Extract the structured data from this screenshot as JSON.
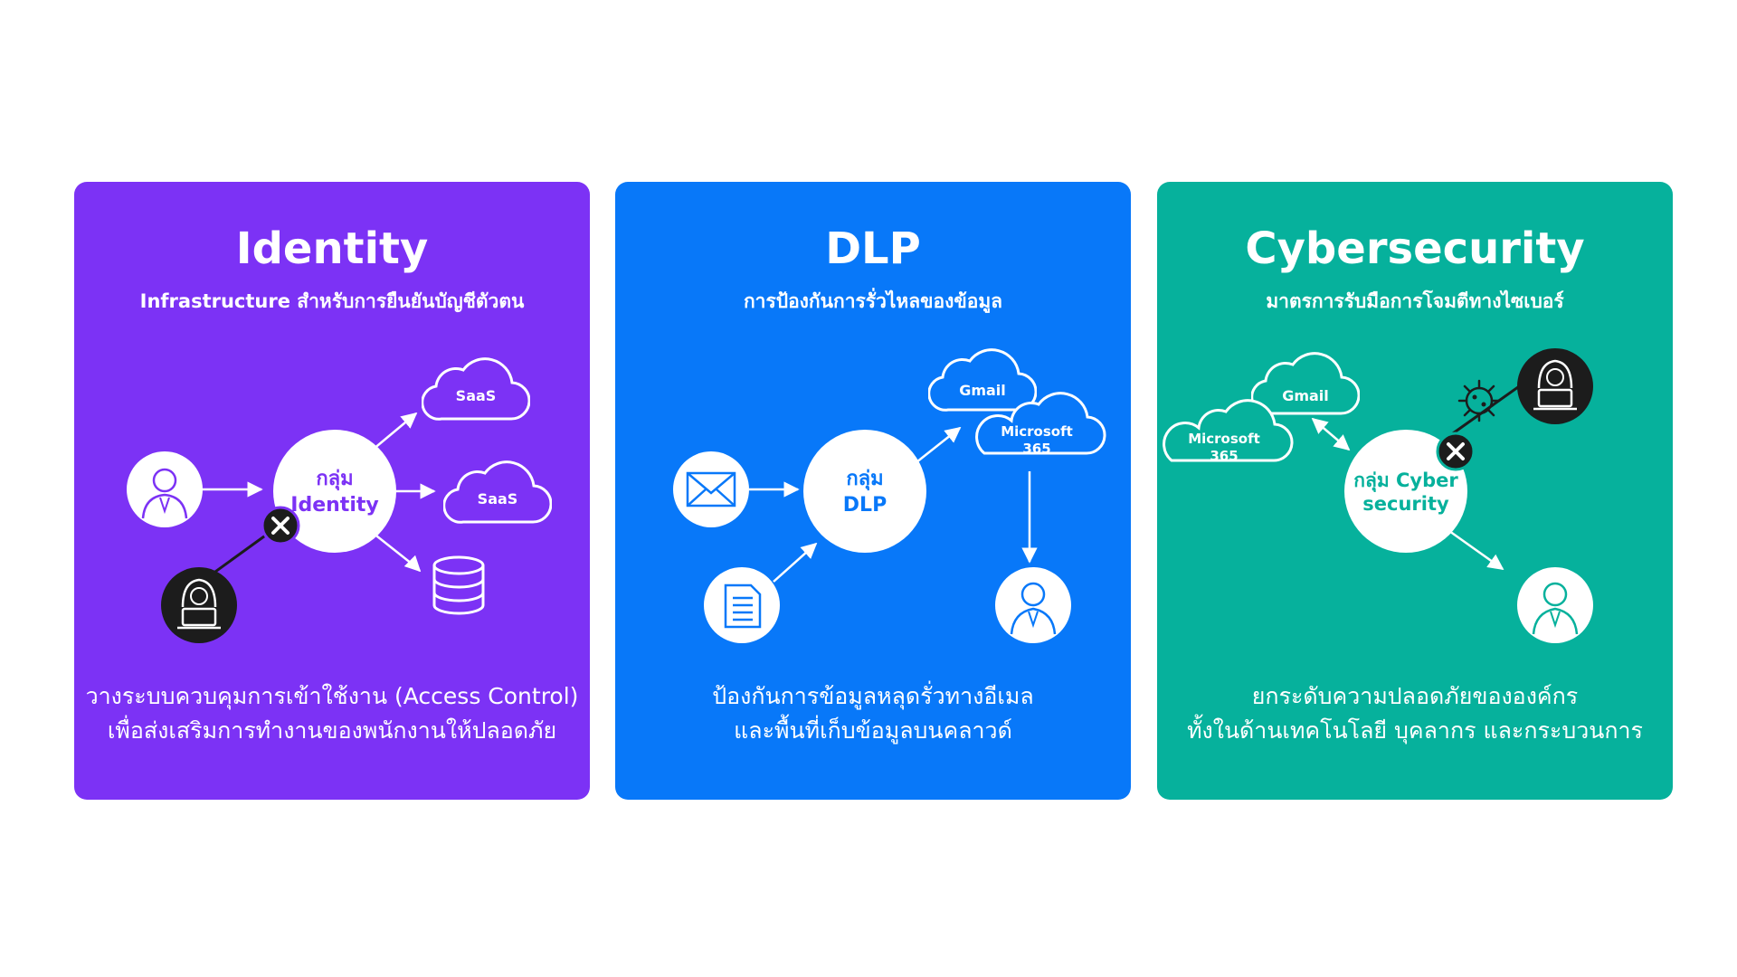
{
  "colors": {
    "identity": "#7c32f5",
    "dlp": "#0878f9",
    "cyber": "#06b19c",
    "dark": "#1c1c1c"
  },
  "cards": [
    {
      "key": "identity",
      "title": "Identity",
      "subtitle": "Infrastructure สำหรับการยืนยันบัญชีตัวตน",
      "center_line1": "กลุ่ม",
      "center_line2": "Identity",
      "cloud_1": "SaaS",
      "cloud_2": "SaaS",
      "desc_line1": "วางระบบควบคุมการเข้าใช้งาน (Access Control)",
      "desc_line2": "เพื่อส่งเสริมการทำงานของพนักงานให้ปลอดภัย"
    },
    {
      "key": "dlp",
      "title": "DLP",
      "subtitle": "การป้องกันการรั่วไหลของข้อมูล",
      "center_line1": "กลุ่ม",
      "center_line2": "DLP",
      "cloud_1": "Gmail",
      "cloud_2_line1": "Microsoft",
      "cloud_2_line2": "365",
      "desc_line1": "ป้องกันการข้อมูลหลุดรั่วทางอีเมล",
      "desc_line2": "และพื้นที่เก็บข้อมูลบนคลาวด์"
    },
    {
      "key": "cyber",
      "title": "Cybersecurity",
      "subtitle": "มาตรการรับมือการโจมตีทางไซเบอร์",
      "center_line1": "กลุ่ม Cyber",
      "center_line2": "security",
      "cloud_1": "Gmail",
      "cloud_2_line1": "Microsoft",
      "cloud_2_line2": "365",
      "desc_line1": "ยกระดับความปลอดภัยขององค์กร",
      "desc_line2": "ทั้งในด้านเทคโนโลยี บุคลากร และกระบวนการ"
    }
  ]
}
